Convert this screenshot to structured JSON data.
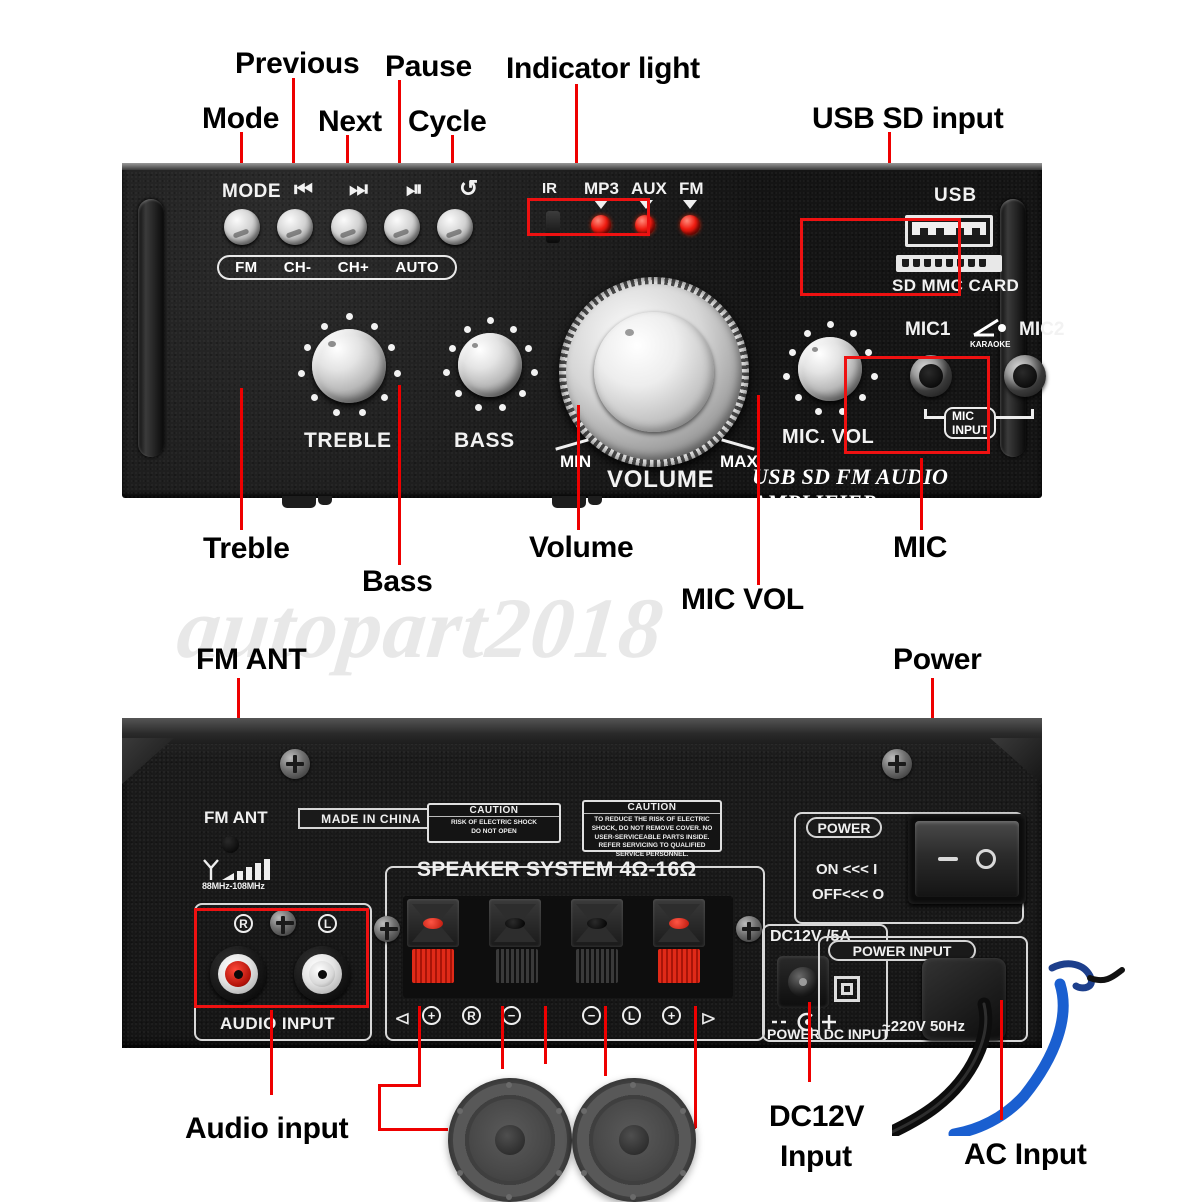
{
  "watermark": "autopart2018",
  "annotations": {
    "mode": "Mode",
    "previous": "Previous",
    "next": "Next",
    "pause": "Pause",
    "cycle": "Cycle",
    "indicator_light": "Indicator light",
    "usb_sd_input": "USB SD input",
    "treble": "Treble",
    "bass": "Bass",
    "volume": "Volume",
    "mic_vol": "MIC VOL",
    "mic": "MIC",
    "fm_ant": "FM ANT",
    "power": "Power",
    "audio_input": "Audio input",
    "dc12v_input_line1": "DC12V",
    "dc12v_input_line2": "Input",
    "ac_input": "AC Input"
  },
  "front_panel": {
    "button_icons": {
      "mode": "MODE",
      "previous": "⏮",
      "next": "⏭",
      "pause": "⏯",
      "cycle": "↻"
    },
    "top_row_labels": [
      "MODE",
      "⏮",
      "⏭",
      "⏯",
      "↺",
      "IR"
    ],
    "pill_labels": [
      "FM",
      "CH-",
      "CH+",
      "AUTO"
    ],
    "led_labels": [
      "MP3",
      "AUX",
      "FM"
    ],
    "knobs": [
      {
        "name": "treble",
        "label": "TREBLE"
      },
      {
        "name": "bass",
        "label": "BASS"
      },
      {
        "name": "mic_vol",
        "label": "MIC. VOL"
      }
    ],
    "volume": {
      "label": "VOLUME",
      "min": "MIN",
      "max": "MAX"
    },
    "usb_label": "USB",
    "sd_label": "SD MMC CARD",
    "mic1_label": "MIC1",
    "mic2_label": "MIC2",
    "karaoke_label": "KARAOKE",
    "mic_input_label": "MIC INPUT",
    "brand_line": "USB SD FM AUDIO AMPLIFIER"
  },
  "rear_panel": {
    "fm_ant_label": "FM ANT",
    "fm_freq_range": "88MHz-108MHz",
    "made_in": "MADE IN CHINA",
    "audio_input_label": "AUDIO INPUT",
    "rca_r": "R",
    "rca_l": "L",
    "caution_left": {
      "title": "CAUTION",
      "line1": "RISK OF ELECTRIC SHOCK",
      "line2": "DO NOT OPEN"
    },
    "caution_right": {
      "title": "CAUTION",
      "body": "TO REDUCE THE RISK OF ELECTRIC SHOCK, DO NOT REMOVE COVER. NO USER-SERVICEABLE PARTS INSIDE. REFER SERVICING TO QUALIFIED SERVICE PERSONNEL."
    },
    "speaker_system_label": "SPEAKER SYSTEM 4Ω-16Ω",
    "speaker_channel_r": "R",
    "speaker_channel_l": "L",
    "power_label": "POWER",
    "power_on": "ON <<< I",
    "power_off": "OFF<<< O",
    "dc_rating": "DC12V /5A",
    "power_dc_input": "POWER DC INPUT",
    "power_input_label": "POWER INPUT",
    "ac_rating": "~220V 50Hz"
  },
  "colors": {
    "annotation": "#000000",
    "leader": "#ee0000",
    "highlight_box": "#ee1111",
    "led": "#f01b10",
    "terminal_red": "#e02a18",
    "cable_blue": "#1a5fd0",
    "watermark": "#e8e8e8"
  }
}
